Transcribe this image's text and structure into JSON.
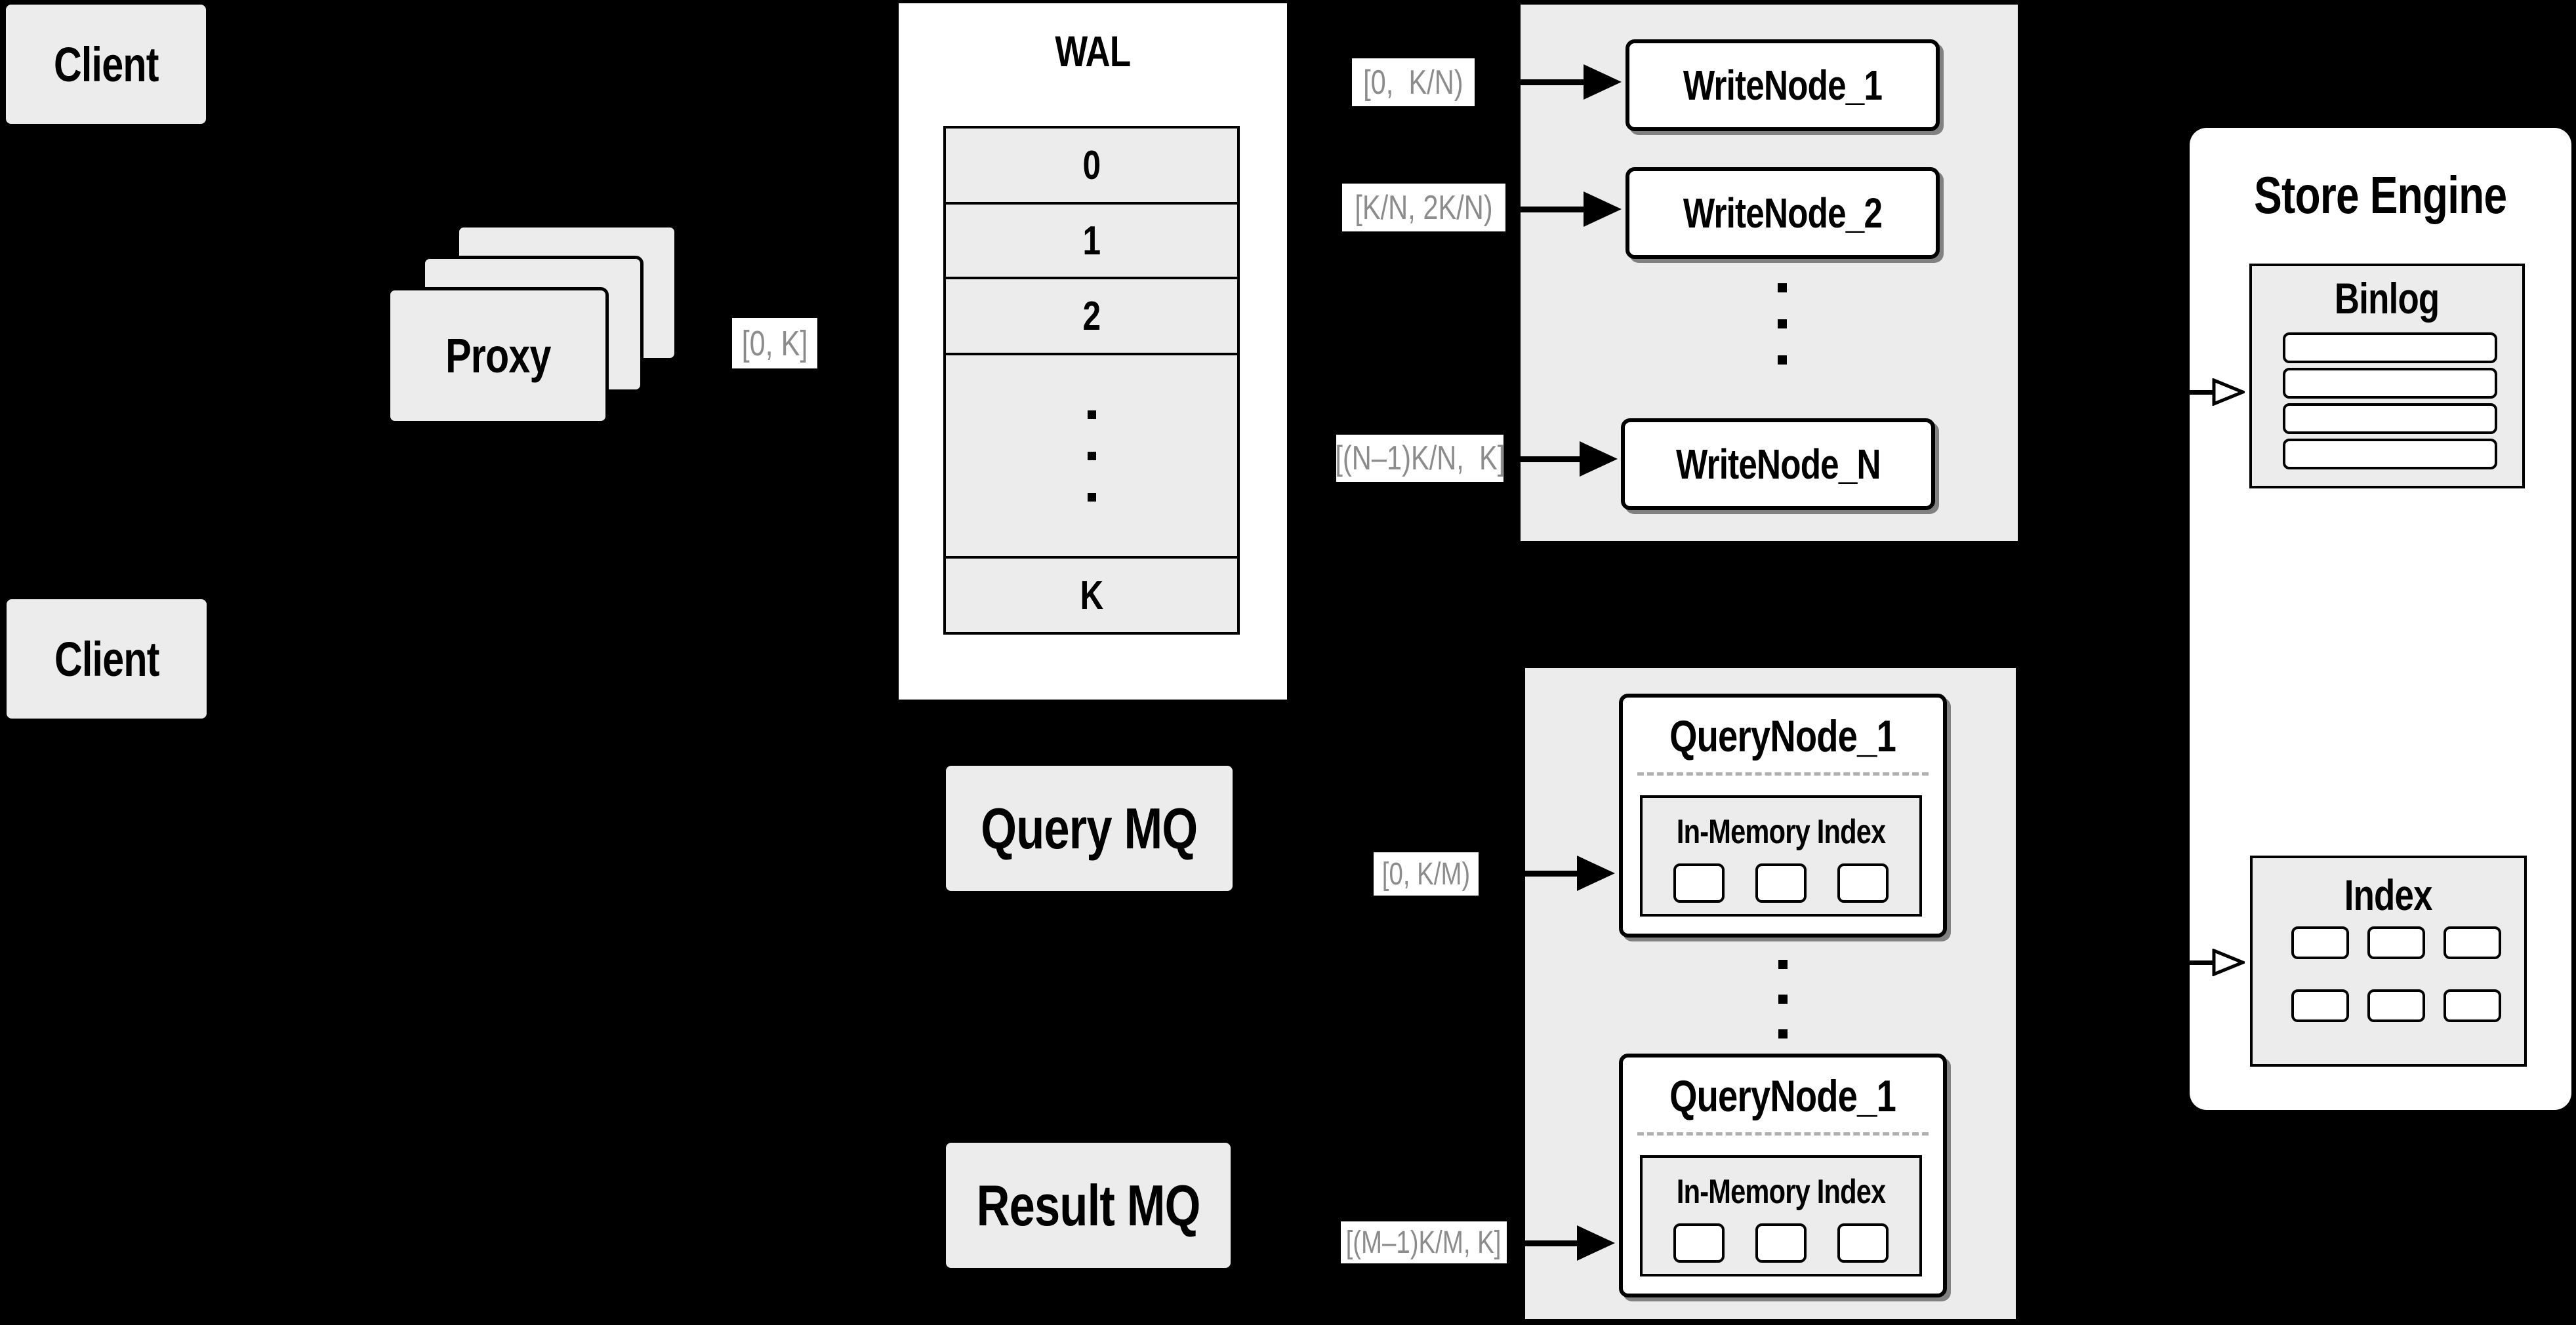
{
  "clients": {
    "top": "Client",
    "bottom": "Client"
  },
  "proxy": {
    "label": "Proxy",
    "range_label": "[0, K]"
  },
  "wal": {
    "title": "WAL",
    "rows": [
      "0",
      "1",
      "2"
    ],
    "last_row": "K"
  },
  "write_section": {
    "range_labels": [
      "[0,  K/N)",
      "[K/N, 2K/N)",
      "[(N–1)K/N,  K]"
    ],
    "nodes": [
      "WriteNode_1",
      "WriteNode_2",
      "WriteNode_N"
    ]
  },
  "store_engine": {
    "title": "Store Engine",
    "binlog_title": "Binlog",
    "index_title": "Index"
  },
  "mq": {
    "query": "Query MQ",
    "result": "Result MQ"
  },
  "query_section": {
    "range_labels": [
      "[0, K/M)",
      "[(M–1)K/M, K]"
    ],
    "node_top": {
      "title": "QueryNode_1",
      "inner_title": "In-Memory Index"
    },
    "node_bottom": {
      "title": "QueryNode_1",
      "inner_title": "In-Memory Index"
    }
  },
  "colors": {
    "background": "#000000",
    "panel_gray": "#ececec",
    "panel_white": "#ffffff",
    "border": "#000000",
    "range_label_text": "#8c8c8c",
    "divider_dash": "#b0b0b0"
  }
}
